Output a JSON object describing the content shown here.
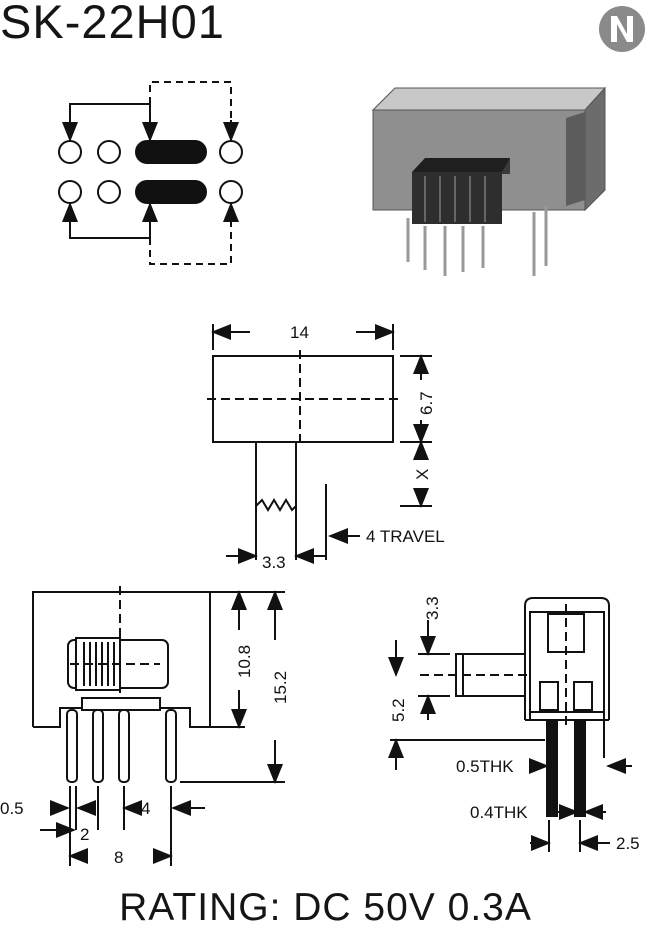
{
  "title": "SK-22H01",
  "rating": "RATING: DC 50V 0.3A",
  "logo_letter": "N",
  "dimensions": {
    "top_width": "14",
    "top_height": "6.7",
    "top_x": "X",
    "travel": "4 TRAVEL",
    "actuator": "3.3",
    "front_10_8": "10.8",
    "front_15_2": "15.2",
    "pin_0_5": "0.5",
    "pin_2": "2",
    "pin_4": "4",
    "pin_8": "8",
    "side_3_3": "3.3",
    "side_5_2": "5.2",
    "side_0_5thk": "0.5THK",
    "side_0_4thk": "0.4THK",
    "side_2_5": "2.5"
  }
}
